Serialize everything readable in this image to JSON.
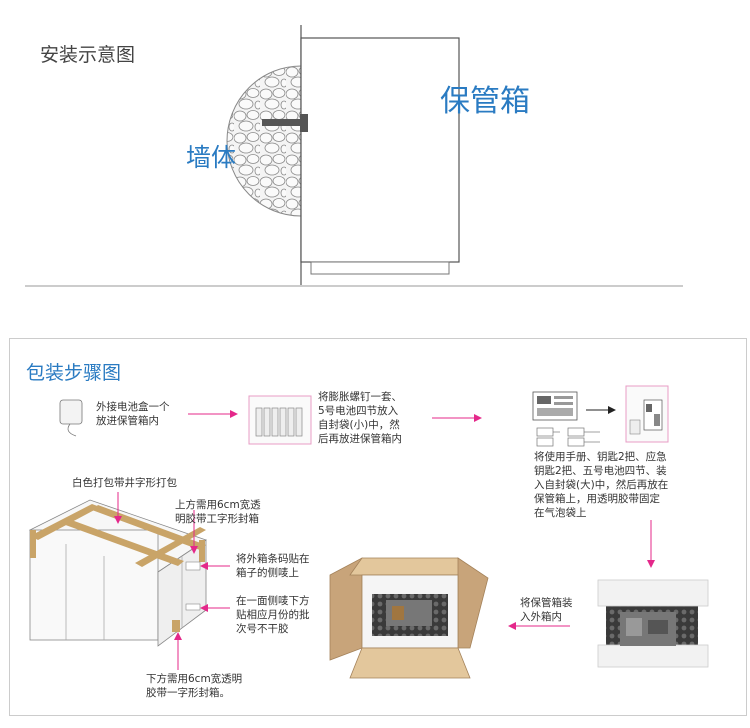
{
  "install": {
    "title": "安装示意图",
    "wall_label": "墙体",
    "safe_label": "保管箱"
  },
  "packing": {
    "title": "包装步骤图",
    "step1": "外接电池盒一个\n放进保管箱内",
    "step2": "将膨胀螺钉一套、\n5号电池四节放入\n自封袋(小)中，然\n后再放进保管箱内",
    "step3": "将使用手册、钥匙2把、应急\n钥匙2把、五号电池四节、装\n入自封袋(大)中，然后再放在\n保管箱上，用透明胶带固定\n在气泡袋上",
    "step4": "将保管箱装\n入外箱内",
    "box_labels": {
      "strap": "白色打包带井字形打包",
      "top_tape": "上方需用6cm宽透\n明胶带工字形封箱",
      "barcode": "将外箱条码贴在\n箱子的侧唛上",
      "batch": "在一面侧唛下方\n贴相应月份的批\n次号不干胶",
      "bottom_tape": "下方需用6cm宽透明\n胶带一字形封箱。"
    }
  },
  "colors": {
    "accent_blue": "#2a7bc2",
    "arrow_pink": "#e4288a",
    "tape_tan": "#c9a468",
    "carton_brown": "#c8a47a",
    "border_gray": "#cccccc"
  }
}
